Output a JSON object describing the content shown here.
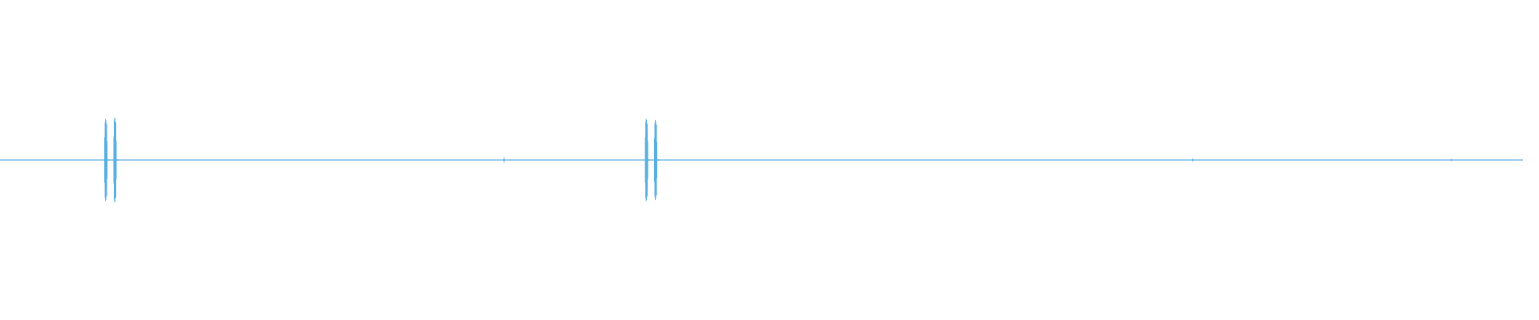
{
  "waveform": {
    "color": "#5aaee0",
    "baseline_level": 0.0,
    "bursts": [
      {
        "position": 0.069,
        "amplitude": 0.85
      },
      {
        "position": 0.075,
        "amplitude": 0.88
      },
      {
        "position": 0.424,
        "amplitude": 0.85
      },
      {
        "position": 0.43,
        "amplitude": 0.83
      }
    ],
    "blips": [
      {
        "position": 0.331,
        "amplitude": 0.05
      },
      {
        "position": 0.783,
        "amplitude": 0.03
      },
      {
        "position": 0.953,
        "amplitude": 0.02
      }
    ]
  }
}
